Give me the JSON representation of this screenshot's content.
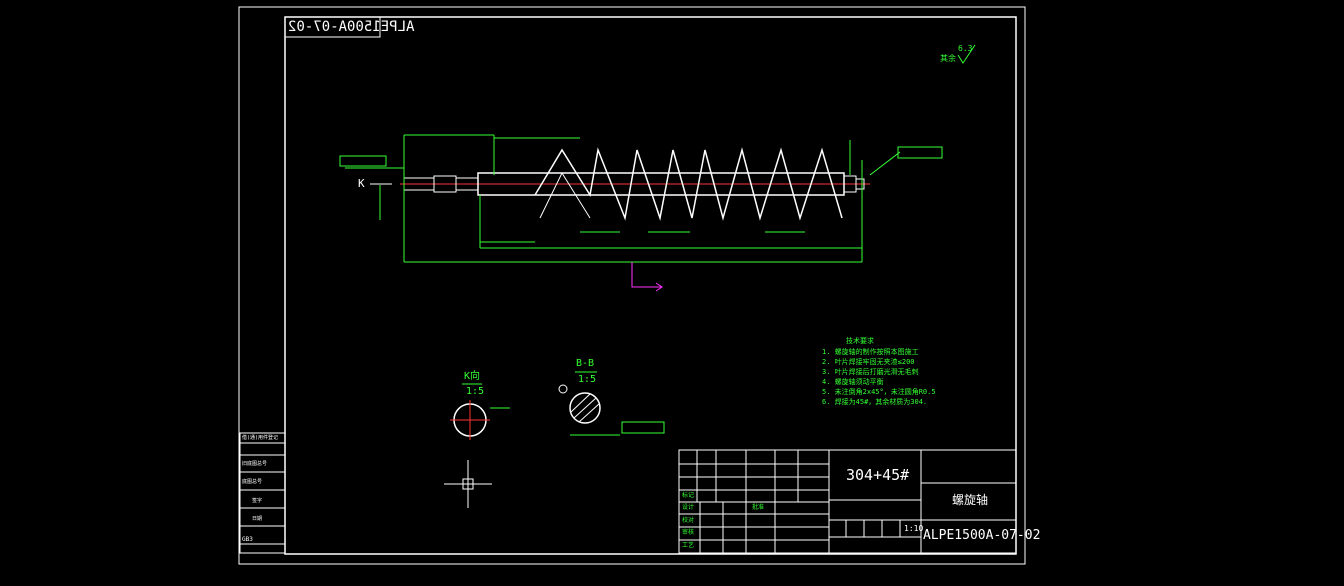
{
  "drawing": {
    "part_number": "ALPE1500A-07-02",
    "part_number_mirrored": "ALPE1500A-07-02",
    "material": "304+45#",
    "part_name": "螺旋轴",
    "scale": "1:10",
    "surface_finish_label": "其余",
    "surface_finish_value": "6.3"
  },
  "views": {
    "k_view_label": "K向",
    "k_view_scale": "1:5",
    "bb_section_label": "B-B",
    "bb_section_scale": "1:5",
    "k_arrow_label": "K"
  },
  "notes": {
    "title": "技术要求",
    "items": [
      "1. 螺旋轴的制作按照本图施工",
      "2. 叶片焊接牢固无夹渣≤200",
      "3. 叶片焊接后打磨光滑无毛刺",
      "4. 螺旋轴须动平衡",
      "5. 未注倒角2x45°，未注圆角R0.5",
      "6. 焊接为45#，其余材质为304."
    ]
  },
  "title_block": {
    "row_labels": [
      "标记",
      "设计",
      "校对",
      "审核",
      "工艺",
      "批准"
    ],
    "left_column": [
      "借(通)用件登记",
      "旧底图总号",
      "底图总号",
      "签字",
      "日期",
      "GB3"
    ]
  },
  "colors": {
    "line": "#ffffff",
    "dimension": "#33ff33",
    "centerline": "#ff3333",
    "section": "#ff33ff",
    "background": "#000000"
  }
}
